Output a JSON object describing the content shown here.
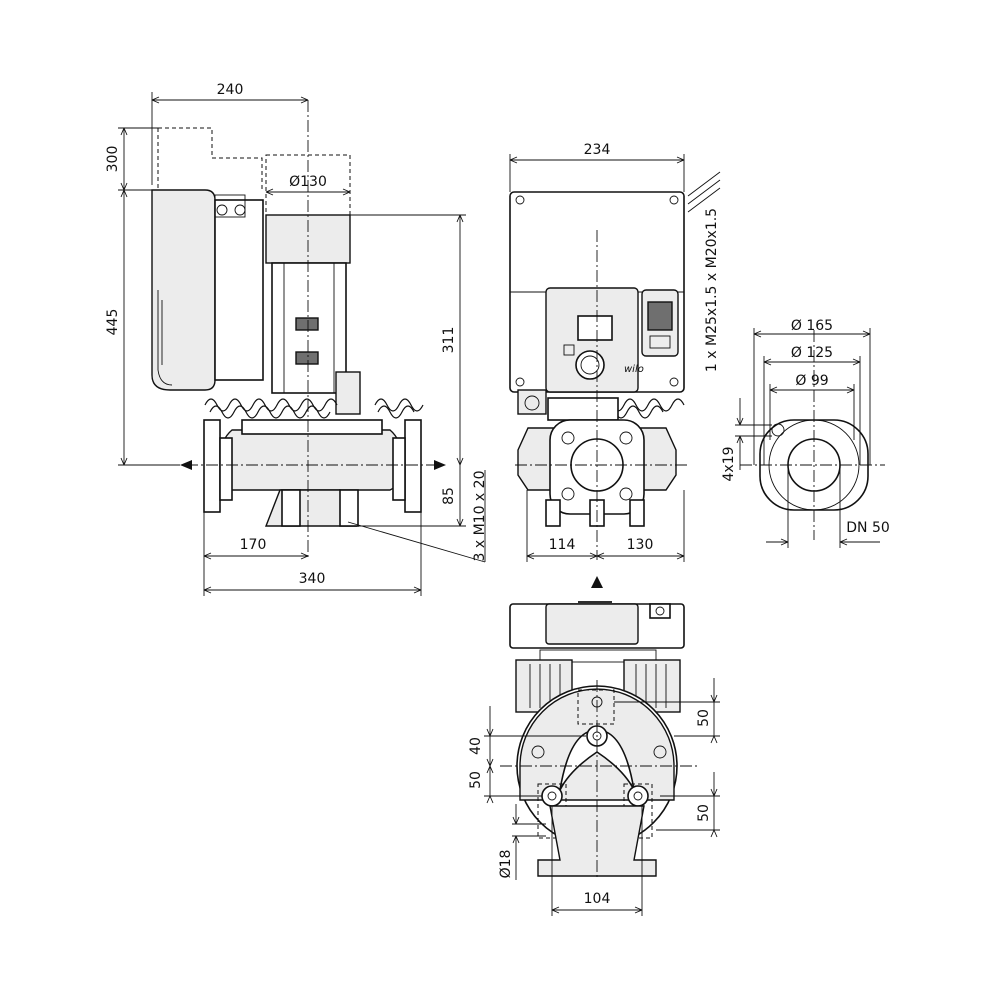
{
  "dimensions": {
    "side_width_top": "240",
    "side_top_clearance": "300",
    "side_diameter": "Ø130",
    "side_total_height": "445",
    "side_height_311": "311",
    "side_height_85": "85",
    "side_thread": "3 x M10 x 20",
    "side_half_width": "170",
    "side_total_width": "340",
    "front_width": "234",
    "front_cable_entries": "1 x M25x1.5 x M20x1.5",
    "front_left": "114",
    "front_right": "130",
    "flange_d1": "Ø 165",
    "flange_d2": "Ø 125",
    "flange_d3": "Ø 99",
    "flange_holes": "4x19",
    "flange_dn": "DN 50",
    "plan_50_right_top": "50",
    "plan_40": "40",
    "plan_50_left": "50",
    "plan_50_right_bottom": "50",
    "plan_hole": "Ø18",
    "plan_104": "104"
  },
  "brand": "wilo",
  "icons": [
    "arrow-up-icon",
    "arrow-left-icon"
  ]
}
